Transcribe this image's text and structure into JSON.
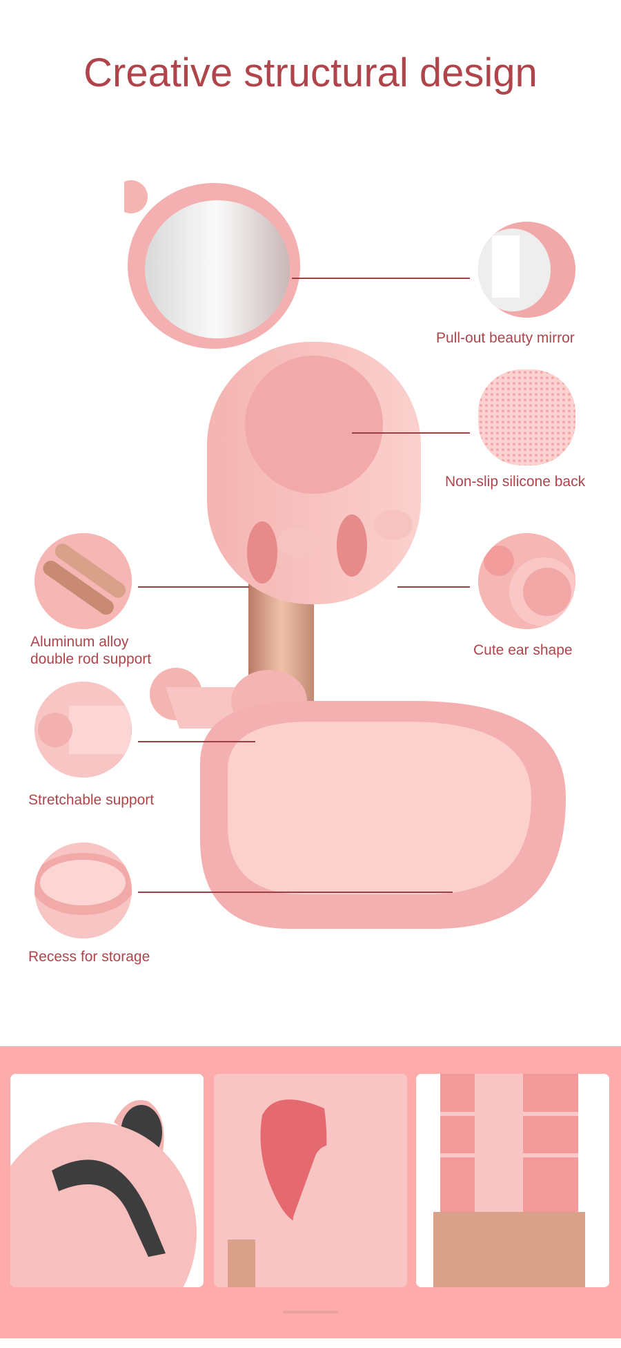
{
  "title": "Creative structural design",
  "features": [
    {
      "label": "Pull-out beauty mirror",
      "icon": "mirror-thumbnail"
    },
    {
      "label": "Non-slip silicone back",
      "icon": "silicone-texture-thumbnail"
    },
    {
      "label": "Cute ear shape",
      "icon": "ear-shape-thumbnail"
    },
    {
      "label_line1": "Aluminum alloy",
      "label_line2": "double rod support",
      "icon": "aluminum-rod-thumbnail"
    },
    {
      "label": "Stretchable support",
      "icon": "stretch-support-thumbnail"
    },
    {
      "label": "Recess for storage",
      "icon": "storage-tray-thumbnail"
    }
  ],
  "colors": {
    "accent": "#b0444b",
    "pink": "#f7c0c0",
    "band": "#fdabab",
    "rose_gold": "#d9a08a"
  }
}
